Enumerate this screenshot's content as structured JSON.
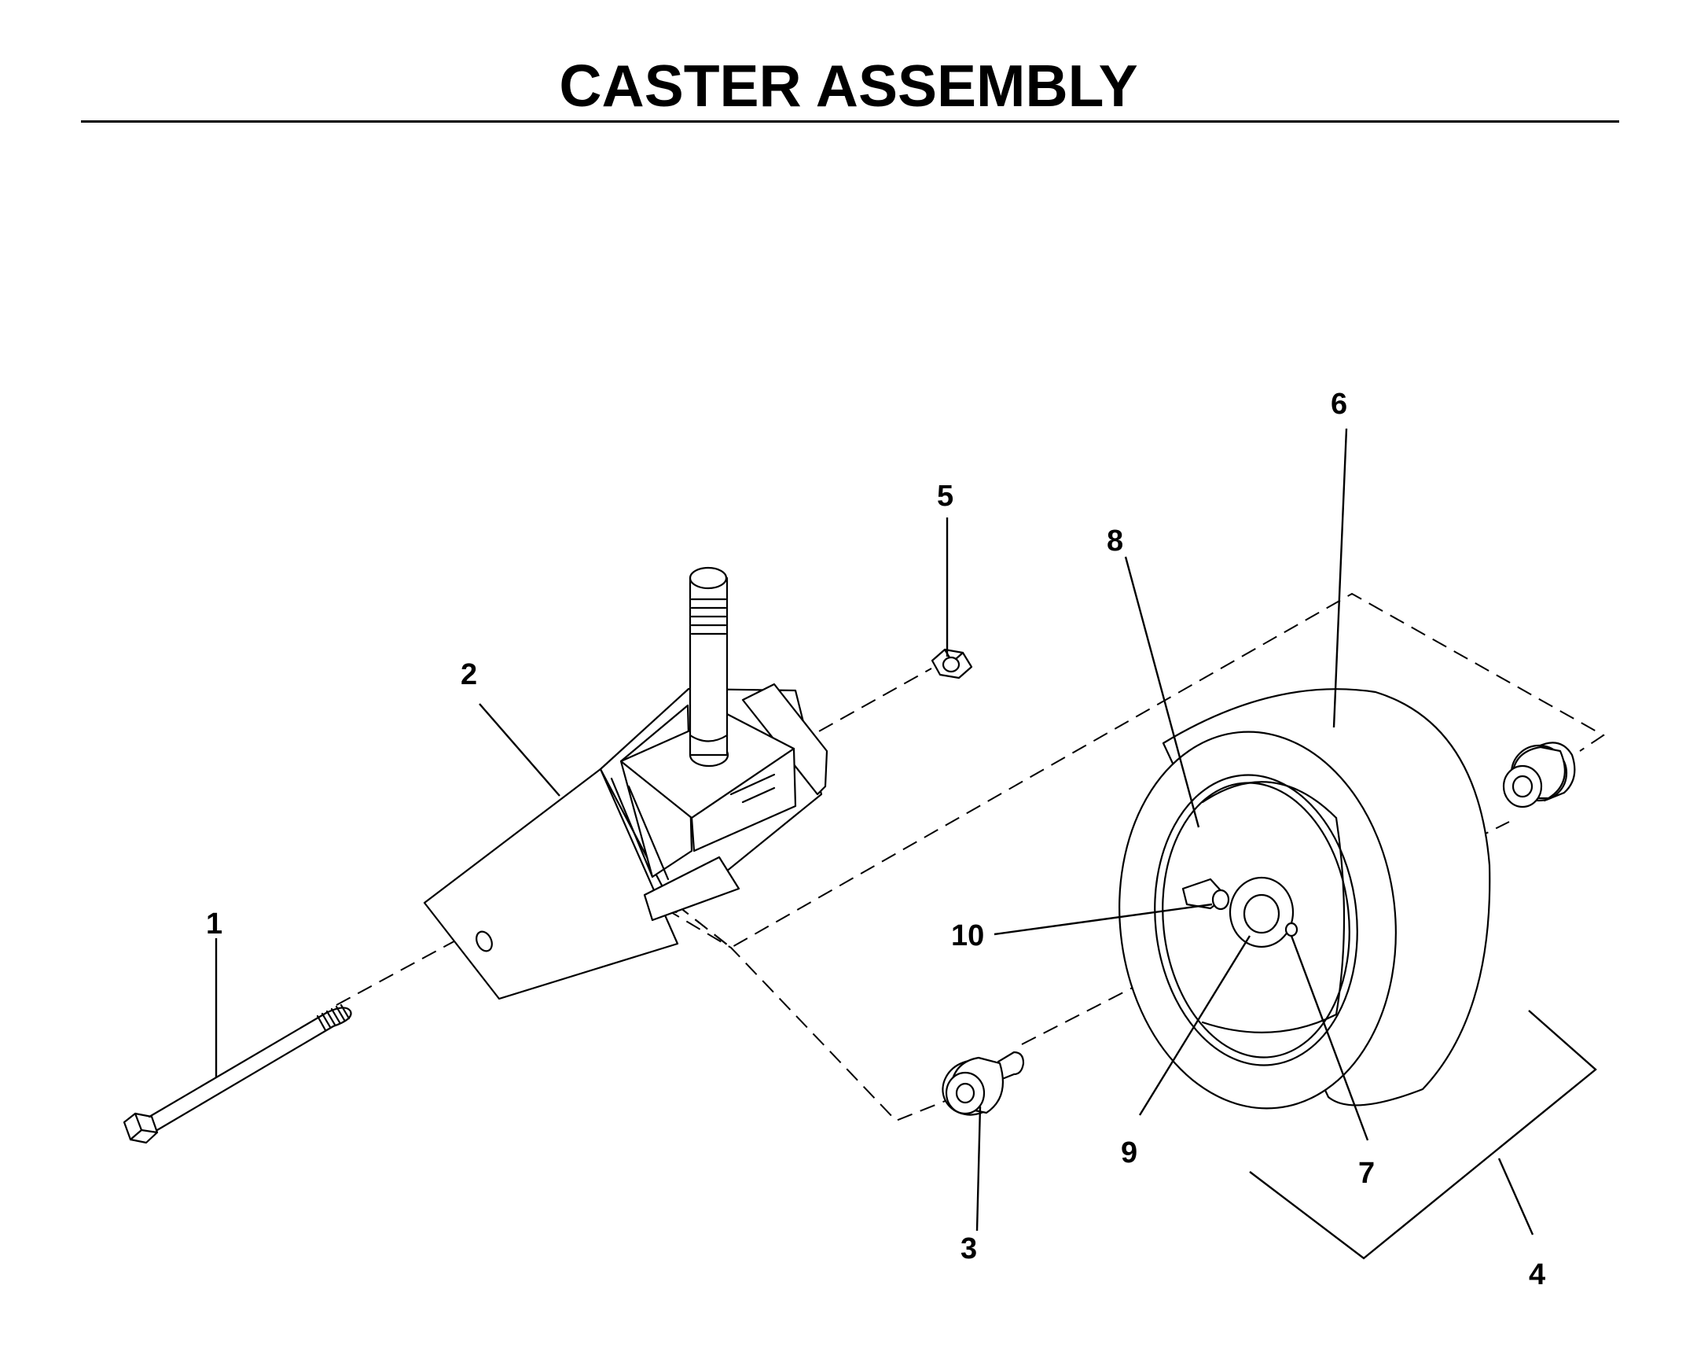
{
  "title": "CASTER ASSEMBLY",
  "callouts": [
    "1",
    "2",
    "3",
    "4",
    "5",
    "6",
    "7",
    "8",
    "9",
    "10"
  ]
}
